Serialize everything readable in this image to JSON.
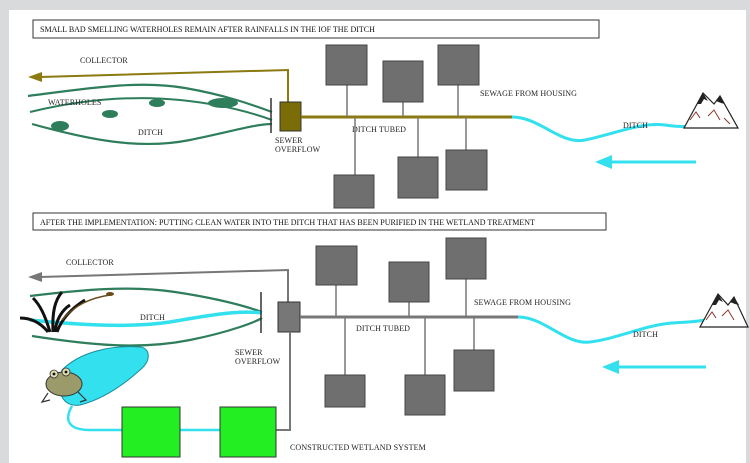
{
  "colors": {
    "background": "#d9dadb",
    "panel": "#ffffff",
    "ditch_green": "#2e7d5b",
    "water_cyan": "#33e0ee",
    "pipe_olive": "#8a7a10",
    "pipe_grey": "#777777",
    "house_grey": "#6f6f6f",
    "wetland_green": "#22ee22"
  },
  "top": {
    "banner": "SMALL BAD SMELLING WATERHOLES REMAIN AFTER RAINFALLS IN THE IOF THE DITCH",
    "labels": {
      "collector": "COLLECTOR",
      "waterholes": "WATERHOLES",
      "ditch_left": "DITCH",
      "sewer_line1": "SEWER",
      "sewer_line2": "OVERFLOW",
      "ditch_tubed": "DITCH TUBED",
      "sewage": "SEWAGE FROM HOUSING",
      "ditch_right": "DITCH"
    }
  },
  "bottom": {
    "banner": "AFTER THE IMPLEMENTATION: PUTTING CLEAN WATER INTO THE DITCH THAT HAS BEEN PURIFIED IN THE WETLAND TREATMENT",
    "labels": {
      "collector": "COLLECTOR",
      "ditch_left": "DITCH",
      "sewer_line1": "SEWER",
      "sewer_line2": "OVERFLOW",
      "ditch_tubed": "DITCH TUBED",
      "sewage": "SEWAGE FROM HOUSING",
      "ditch_right": "DITCH",
      "wetland": "CONSTRUCTED WETLAND SYSTEM"
    }
  },
  "icons": {
    "mountain": "mountain-icon",
    "frog": "frog-icon",
    "reeds": "reeds-icon",
    "flow_arrow": "arrow-left-icon"
  }
}
